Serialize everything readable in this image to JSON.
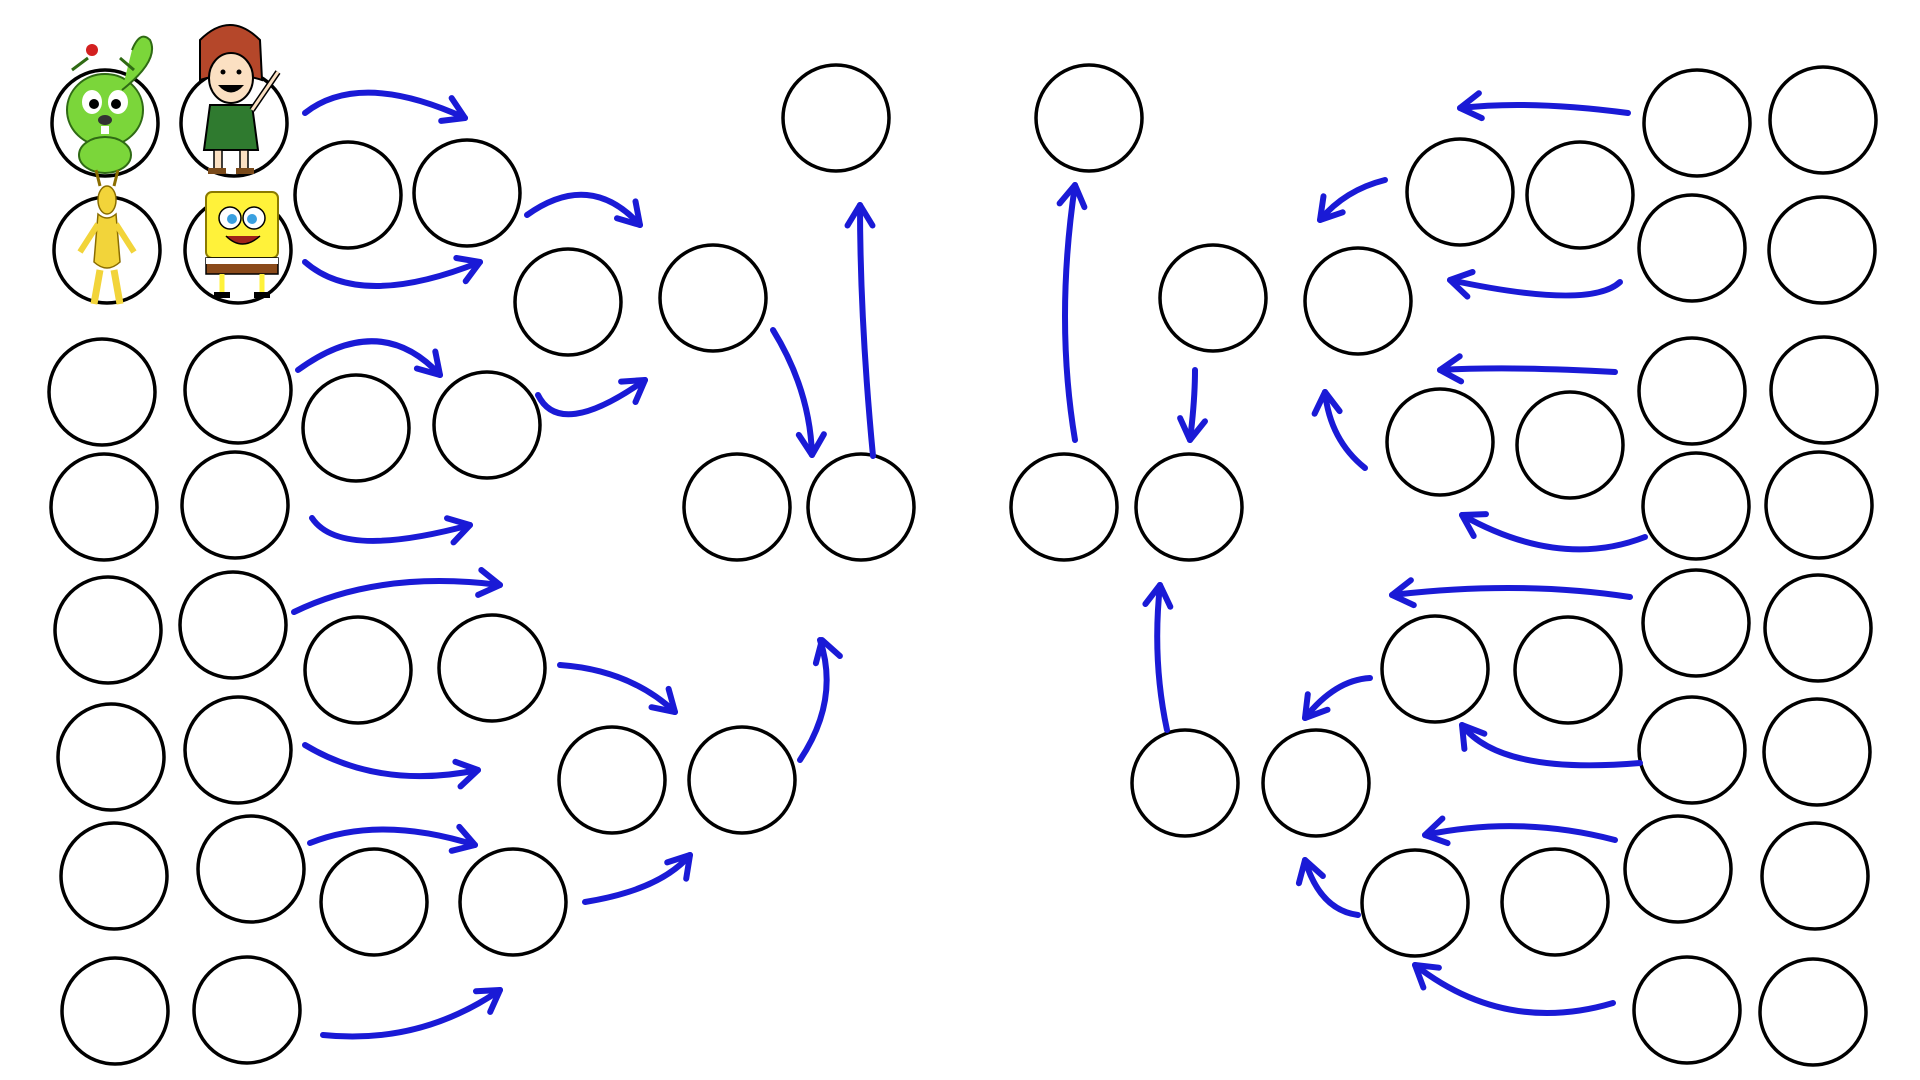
{
  "bracket": {
    "title": "",
    "left_side": {
      "round_of_64_pairs": 8,
      "round_of_32_pairs": 4,
      "sweet_16_pairs": 2,
      "elite_8_pairs": 1,
      "finalists": 1,
      "filled_slots": [
        {
          "slot": "r64-1a",
          "icon": "green-squirrel-character-icon"
        },
        {
          "slot": "r64-1b",
          "icon": "red-haired-girl-character-icon"
        },
        {
          "slot": "r64-2a",
          "icon": "yellow-creature-character-icon"
        },
        {
          "slot": "r64-2b",
          "icon": "yellow-sponge-character-icon"
        }
      ]
    },
    "right_side": {
      "round_of_64_pairs": 8,
      "round_of_32_pairs": 4,
      "sweet_16_pairs": 2,
      "elite_8_pairs": 1,
      "finalists": 1,
      "filled_slots": []
    }
  },
  "colors": {
    "circle_stroke": "#000000",
    "arrow": "#1a1ad6",
    "background": "#ffffff"
  }
}
